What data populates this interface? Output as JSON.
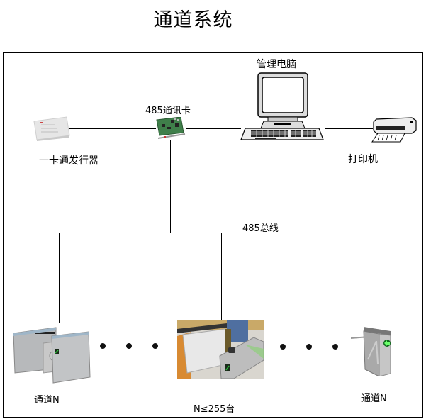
{
  "title": "通道系统",
  "nodes": {
    "card_issuer": {
      "label": "一卡通发行器",
      "icon": "card-issuer-device"
    },
    "comm_card": {
      "label": "485通讯卡",
      "icon": "pcb-card"
    },
    "management_pc": {
      "label": "管理电脑",
      "icon": "desktop-computer"
    },
    "printer": {
      "label": "打印机",
      "icon": "printer"
    }
  },
  "bus": {
    "label": "485总线"
  },
  "channels": [
    {
      "label": "通道N",
      "icon": "swing-gate-turnstile"
    },
    {
      "label": "",
      "icon": "flap-barrier-photo"
    },
    {
      "label": "通道N",
      "icon": "tripod-turnstile"
    }
  ],
  "channel_count_note": "N≤255台",
  "ellipsis_dots": 3,
  "colors": {
    "line": "#000000",
    "background": "#ffffff",
    "indicator_green": "#2bbf3a"
  }
}
